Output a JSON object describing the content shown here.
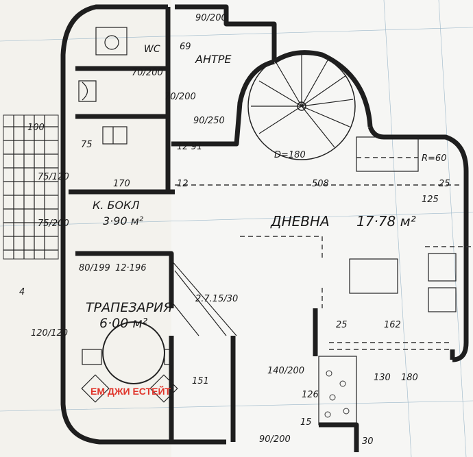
{
  "rooms": {
    "antre": "АНТРЕ",
    "wc": "WC",
    "dnevna": "ДНЕВНА",
    "dnevna_area": "17·78 м²",
    "k_bokl": "К. БОКЛ",
    "k_bokl_area": "3·90 м²",
    "trapezaria": "ТРАПЕЗАРИЯ",
    "trapezaria_area": "6·00 м²"
  },
  "dimensions": {
    "d_90_200_top": "90/200",
    "d_69": "69",
    "d_70_200_a": "70/200",
    "d_70_200_b": "70/200",
    "d_90_250": "90/250",
    "d_12_91": "12 91",
    "d_100": "100",
    "d_75_a": "75",
    "d_75_120": "75/120",
    "d_75_200": "75/200",
    "d_170": "170",
    "d_12": "12",
    "d_508": "508",
    "d_25_top": "25",
    "d_125": "125",
    "d_r60": "R=60",
    "d_d180": "D=180",
    "d_80_199": "80/199",
    "d_12_196": "12·196",
    "d_stair": "2.7.15/30",
    "d_120_120": "120/120",
    "d_25": "25",
    "d_162": "162",
    "d_140_200": "140/200",
    "d_151": "151",
    "d_126": "126",
    "d_15": "15",
    "d_130": "130",
    "d_180": "180",
    "d_90_200_bottom": "90/200",
    "d_30": "30",
    "d_4": "4"
  },
  "watermark": "ЕМ ДЖИ ЕСТЕЙТ"
}
